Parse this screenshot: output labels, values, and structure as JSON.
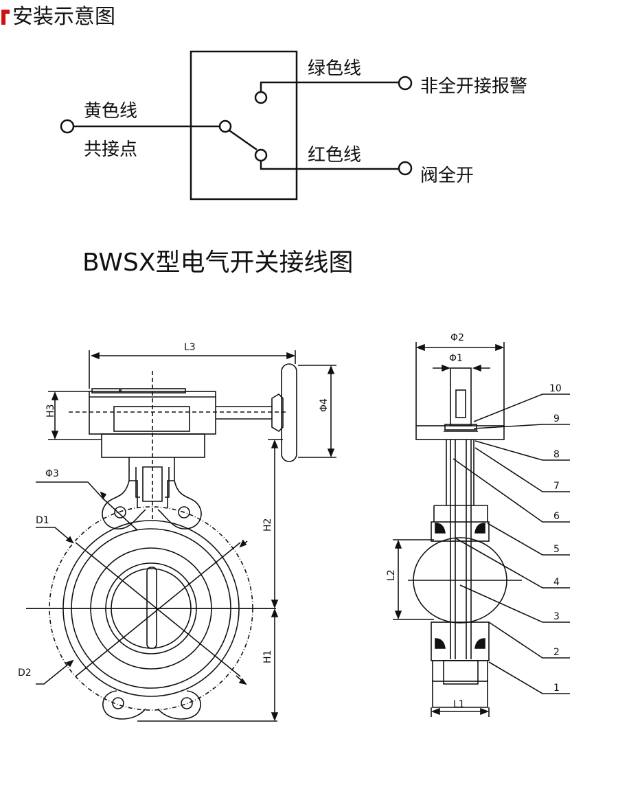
{
  "header": {
    "title": "安装示意图",
    "accent_color": "#cc1111"
  },
  "wiring": {
    "green_wire": "绿色线",
    "not_full_open_alarm": "非全开接报警",
    "yellow_wire": "黄色线",
    "common_point": "共接点",
    "red_wire": "红色线",
    "valve_full_open": "阀全开",
    "caption": "BWSX型电气开关接线图"
  },
  "front_view": {
    "L3": "L3",
    "H3": "H3",
    "PHI4": "Φ4",
    "PHI3": "Φ3",
    "D1": "D1",
    "D2": "D2",
    "H2": "H2",
    "H1": "H1"
  },
  "side_view": {
    "PHI2": "Φ2",
    "PHI1": "Φ1",
    "L2": "L2",
    "L1": "L1",
    "parts": [
      "10",
      "9",
      "8",
      "7",
      "6",
      "5",
      "4",
      "3",
      "2",
      "1"
    ]
  }
}
